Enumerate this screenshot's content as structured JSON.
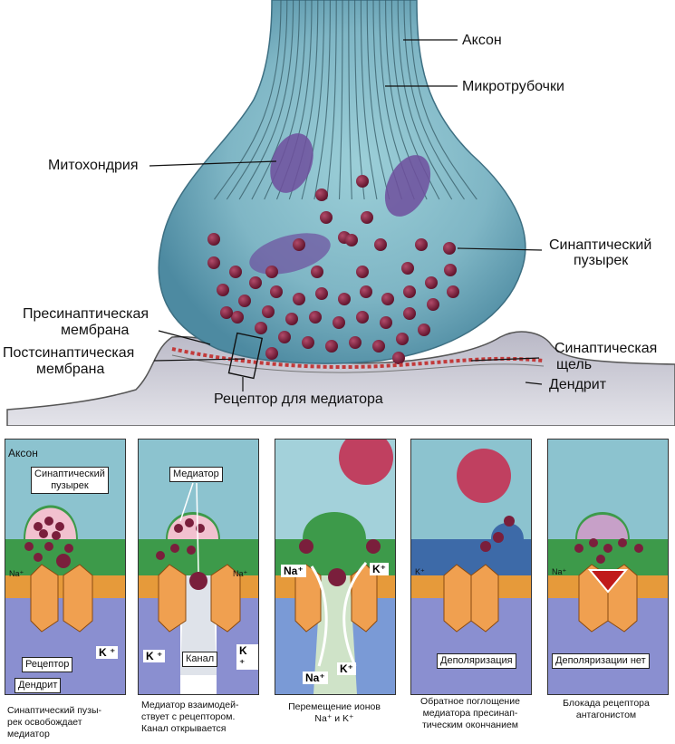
{
  "main_labels": {
    "axon": "Аксон",
    "microtubules": "Микротрубочки",
    "mitochondrion": "Митохондрия",
    "synaptic_vesicle_1": "Синаптический",
    "synaptic_vesicle_2": "пузырек",
    "presynaptic_1": "Пресинаптическая",
    "presynaptic_2": "мембрана",
    "postsynaptic_1": "Постсинаптическая",
    "postsynaptic_2": "мембрана",
    "cleft_1": "Синаптическая",
    "cleft_2": "щель",
    "dendrite": "Дендрит",
    "receptor": "Рецептор для медиатора"
  },
  "panels": [
    {
      "labels": {
        "axon": "Аксон",
        "vesicle_1": "Синаптический",
        "vesicle_2": "пузырек",
        "receptor": "Рецептор",
        "dendrite": "Дендрит",
        "na": "Na⁺",
        "k": "K ⁺"
      },
      "caption": [
        "Синаптический пузы-",
        "рек освобождает",
        "медиатор"
      ]
    },
    {
      "labels": {
        "mediator": "Медиатор",
        "k_left": "K ⁺",
        "channel": "Канал",
        "k_right": "K ⁺",
        "na": "Na⁺"
      },
      "caption": [
        "Медиатор взаимодей-",
        "ствует с рецептором.",
        "Канал открывается"
      ]
    },
    {
      "labels": {
        "na_top": "Na⁺",
        "k_top": "K⁺",
        "na_bottom": "Na⁺",
        "k_bottom": "K⁺"
      },
      "caption": [
        "Перемещение ионов",
        "Na⁺ и K⁺"
      ]
    },
    {
      "labels": {
        "k": "K⁺",
        "depol": "Деполяризация"
      },
      "caption": [
        "Обратное поглощение",
        "медиатора пресинап-",
        "тическим окончанием"
      ]
    },
    {
      "labels": {
        "na": "Na⁺",
        "no_depol": "Деполяризации нет"
      },
      "caption": [
        "Блокада рецептора",
        "антагонистом"
      ]
    }
  ],
  "colors": {
    "terminal": "#8fc4cf",
    "vesicle": "#7a1f3c",
    "mitochondrion": "#6e4f9e",
    "dendrite": "#c9c9d3",
    "green": "#3d9a4a",
    "membrane": "#e69a3a",
    "receptor": "#f0a050",
    "antagonist": "#c01a1a"
  }
}
